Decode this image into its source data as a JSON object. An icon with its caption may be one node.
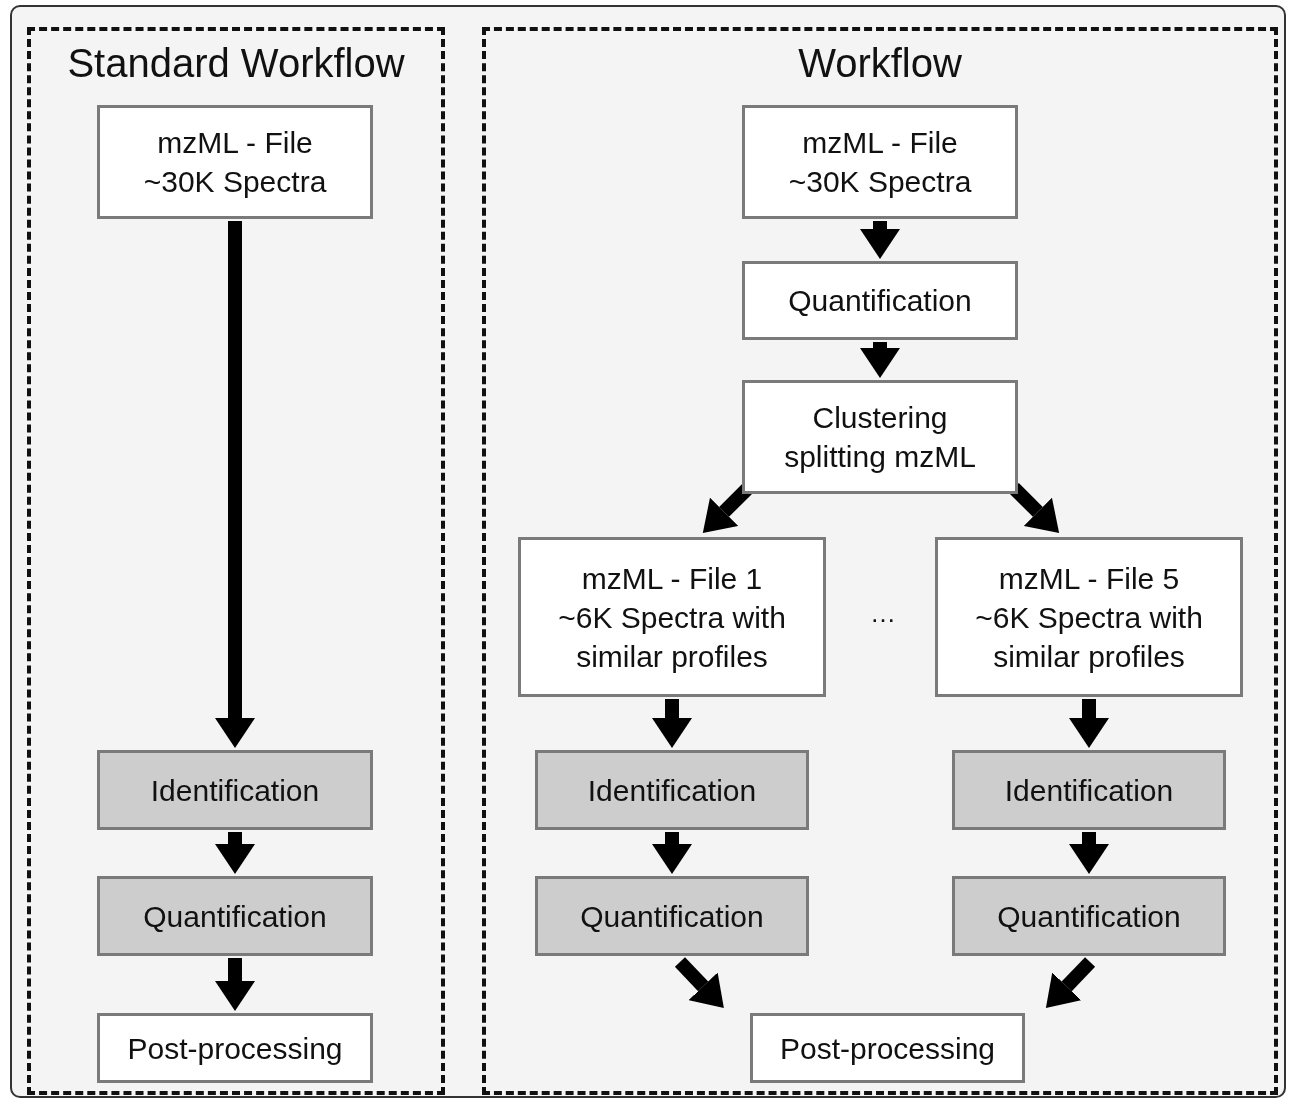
{
  "diagram": {
    "nodes": [
      {
        "text": [
          "Standard Workflow"
        ]
      },
      {
        "text": [
          "mzML - File ~30K Spectra"
        ],
        "in": 0
      },
      {
        "text": [
          "Identification"
        ],
        "in": 0
      },
      {
        "text": [
          "Quantification"
        ],
        "in": 0
      },
      {
        "text": [
          "Post-processing"
        ],
        "in": 0
      },
      {
        "text": [
          "Workflow"
        ]
      },
      {
        "text": [
          "mzML - File ~30K Spectra"
        ],
        "in": 5
      },
      {
        "text": [
          "Quantification"
        ],
        "in": 5
      },
      {
        "text": [
          "Clustering splitting mzML"
        ],
        "in": 5
      },
      {
        "text": [
          "mzML - File 1 ~6K Spectra with similar profiles"
        ],
        "in": 5
      },
      {
        "text": [
          "mzML - File 5 ~6K Spectra with similar profiles"
        ],
        "in": 5
      },
      {
        "text": [
          "Identification"
        ],
        "in": 5
      },
      {
        "text": [
          "Quantification"
        ],
        "in": 5
      },
      {
        "text": [
          "Identification"
        ],
        "in": 5
      },
      {
        "text": [
          "Quantification"
        ],
        "in": 5
      },
      {
        "text": [
          "Post-processing"
        ],
        "in": 5
      }
    ],
    "edges": [
      {
        "from": 1,
        "to": 2,
        "arrow": "to"
      },
      {
        "from": 2,
        "to": 3,
        "arrow": "to"
      },
      {
        "from": 3,
        "to": 4,
        "arrow": "to"
      },
      {
        "from": 6,
        "to": 7,
        "arrow": "to"
      },
      {
        "from": 7,
        "to": 8,
        "arrow": "to"
      },
      {
        "from": 8,
        "to": 9,
        "arrow": "to"
      },
      {
        "from": 8,
        "to": 10,
        "arrow": "to"
      },
      {
        "from": 9,
        "to": 11,
        "arrow": "to"
      },
      {
        "from": 11,
        "to": 12,
        "arrow": "to"
      },
      {
        "from": 12,
        "to": 15,
        "arrow": "to"
      },
      {
        "from": 10,
        "to": 13,
        "arrow": "to"
      },
      {
        "from": 13,
        "to": 14,
        "arrow": "to"
      },
      {
        "from": 14,
        "to": 15,
        "arrow": "to"
      }
    ],
    "labels": [
      "…"
    ]
  }
}
